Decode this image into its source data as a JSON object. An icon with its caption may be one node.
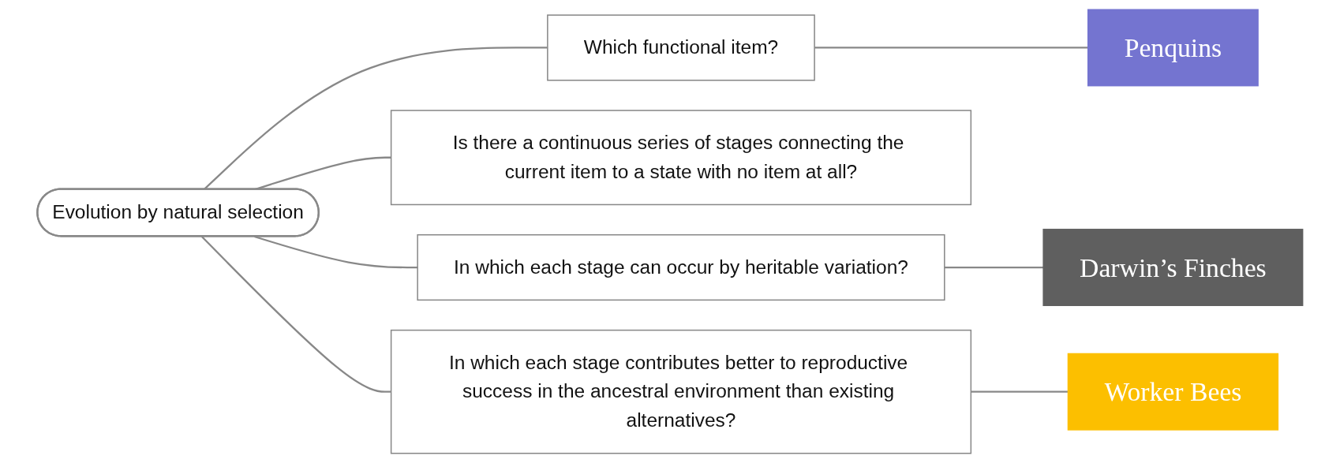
{
  "diagram": {
    "nodes": [
      {
        "text": [
          "Evolution by natural selection"
        ]
      },
      {
        "text": [
          "Which functional item?"
        ]
      },
      {
        "text": [
          "Is there a continuous series of stages connecting the current item to a state with no item at all?"
        ]
      },
      {
        "text": [
          "In which each stage can occur by heritable variation?"
        ]
      },
      {
        "text": [
          "In which each stage contributes better to reproductive success in the ancestral environment than existing alternatives?"
        ]
      },
      {
        "text": [
          "Penquins"
        ]
      },
      {
        "text": [
          "Darwin’s Finches"
        ]
      },
      {
        "text": [
          "Worker Bees"
        ]
      }
    ],
    "edges": [
      {
        "from": 0,
        "to": 1,
        "arrow": "none"
      },
      {
        "from": 0,
        "to": 2,
        "arrow": "none"
      },
      {
        "from": 0,
        "to": 3,
        "arrow": "none"
      },
      {
        "from": 0,
        "to": 4,
        "arrow": "none"
      },
      {
        "from": 1,
        "to": 5,
        "arrow": "none"
      },
      {
        "from": 3,
        "to": 6,
        "arrow": "none"
      },
      {
        "from": 4,
        "to": 7,
        "arrow": "none"
      }
    ]
  }
}
